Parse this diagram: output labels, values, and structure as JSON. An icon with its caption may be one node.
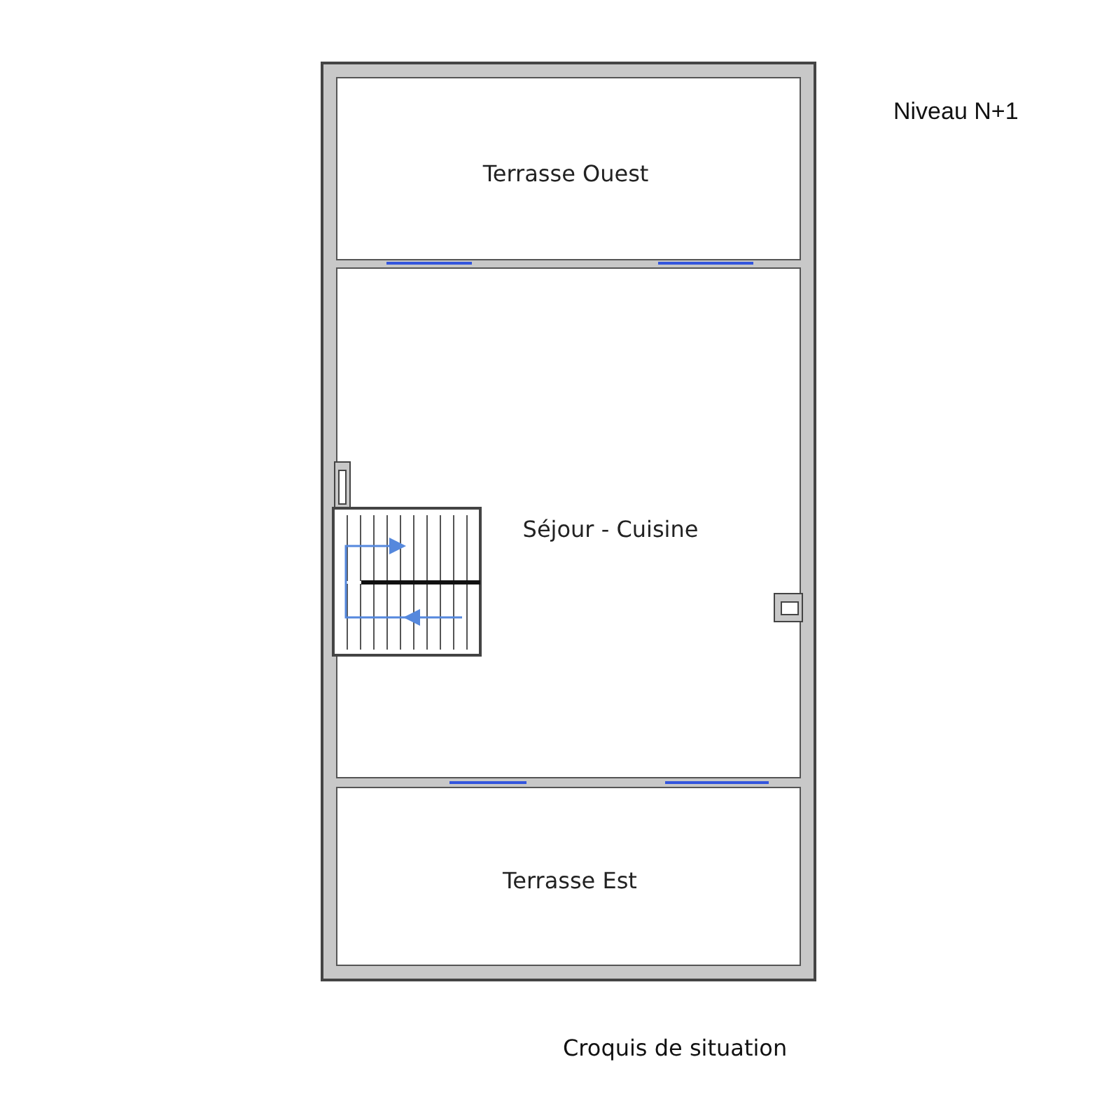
{
  "diagram": {
    "title": "Niveau N+1",
    "caption": "Croquis de situation",
    "nodes": [
      {
        "text": [
          "Terrasse Ouest"
        ]
      },
      {
        "text": [
          "Séjour - Cuisine"
        ]
      },
      {
        "text": [
          "Terrasse Est"
        ]
      }
    ]
  }
}
